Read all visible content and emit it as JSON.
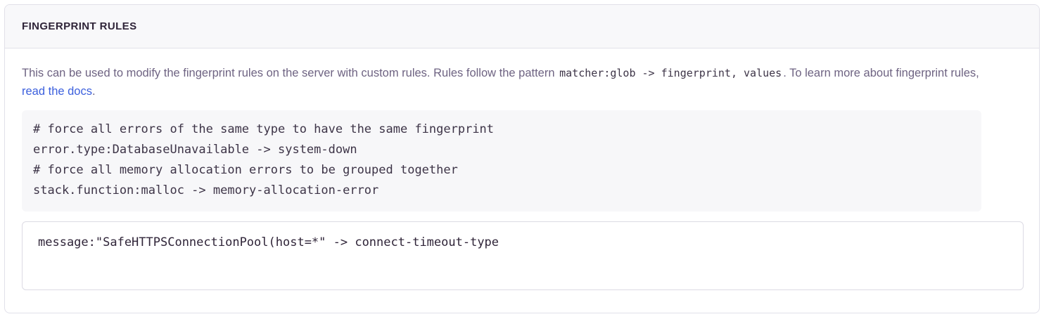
{
  "panel": {
    "title": "FINGERPRINT RULES",
    "description": {
      "before_code": "This can be used to modify the fingerprint rules on the server with custom rules. Rules follow the pattern ",
      "inline_code": "matcher:glob -> fingerprint, values",
      "after_code": ". To learn more about fingerprint rules, ",
      "link_text": "read the docs",
      "after_link": "."
    },
    "example_code": "# force all errors of the same type to have the same fingerprint\nerror.type:DatabaseUnavailable -> system-down\n# force all memory allocation errors to be grouped together\nstack.function:malloc -> memory-allocation-error",
    "rules_input": {
      "value": "message:\"SafeHTTPSConnectionPool(host=*\" -> connect-timeout-type",
      "placeholder": ""
    }
  },
  "colors": {
    "link": "#3b5fdd",
    "header_text": "#2f2438",
    "body_text": "#6e6382",
    "code_bg": "#f7f7f9",
    "panel_border": "#e1e0e9",
    "header_bg": "#f8f8fa"
  }
}
